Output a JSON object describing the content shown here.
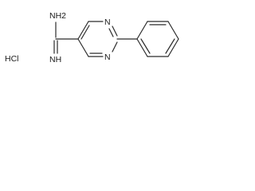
{
  "molecule": {
    "atoms": {
      "amine_top": "NH2",
      "imine_bottom": "NH",
      "ring_n_top": "N",
      "ring_n_bottom": "N"
    },
    "salt": "HCl"
  },
  "colors": {
    "bond": "#2b2b2b",
    "text": "#1a1a1a",
    "background": "#ffffff"
  }
}
